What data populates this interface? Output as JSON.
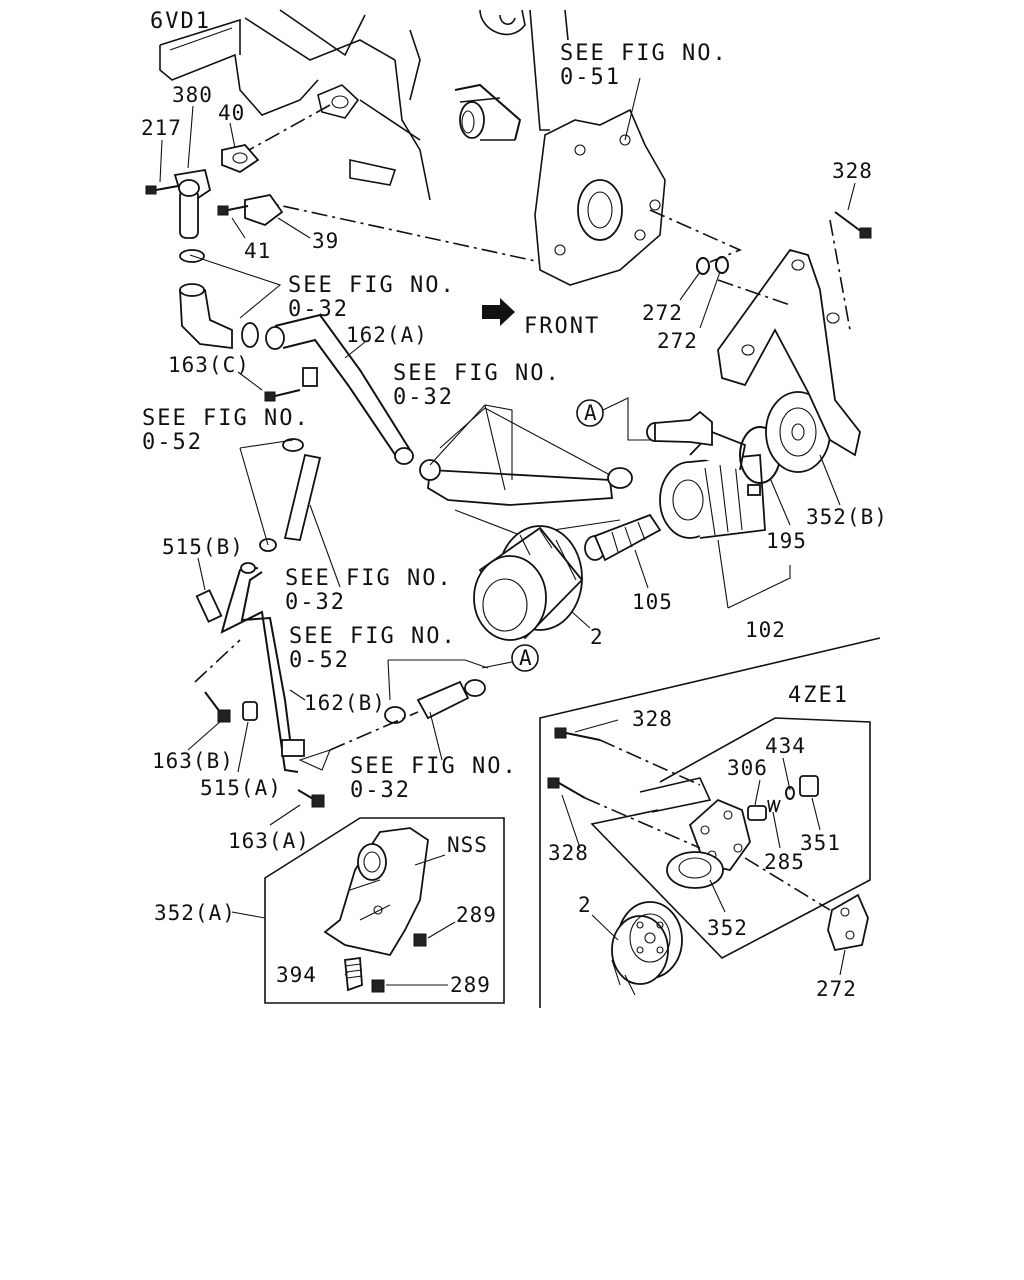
{
  "engines": {
    "left": "6VD1",
    "right": "4ZE1"
  },
  "direction": "FRONT",
  "refs": {
    "fig051": [
      "SEE FIG NO.",
      "0-51"
    ],
    "fig032a": [
      "SEE FIG NO.",
      "0-32"
    ],
    "fig032b": [
      "SEE FIG NO.",
      "0-32"
    ],
    "fig052a": [
      "SEE FIG NO.",
      "0-52"
    ],
    "fig032c": [
      "SEE FIG NO.",
      "0-32"
    ],
    "fig052b": [
      "SEE FIG NO.",
      "0-52"
    ],
    "fig032d": [
      "SEE FIG NO.",
      "0-32"
    ]
  },
  "callout": "A",
  "labels": {
    "p380": "380",
    "p217": "217",
    "p40": "40",
    "p41": "41",
    "p39": "39",
    "p328a": "328",
    "p272a": "272",
    "p272b": "272",
    "p162a": "162(A)",
    "p163c": "163(C)",
    "p352b": "352(B)",
    "p195": "195",
    "p515b": "515(B)",
    "p105": "105",
    "p102": "102",
    "p2a": "2",
    "p162b": "162(B)",
    "p163b": "163(B)",
    "p515a": "515(A)",
    "p163a": "163(A)",
    "p328b": "328",
    "p434": "434",
    "p306": "306",
    "p351": "351",
    "p328c": "328",
    "p285": "285",
    "p352": "352",
    "p2b": "2",
    "p272c": "272",
    "nss": "NSS",
    "p352a": "352(A)",
    "p289a": "289",
    "p394": "394",
    "p289b": "289"
  }
}
